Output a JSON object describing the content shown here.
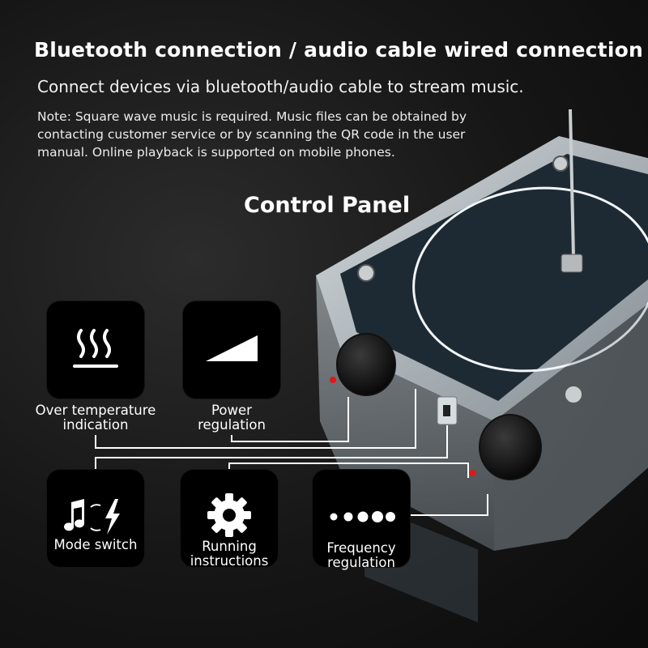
{
  "header": {
    "title": "Bluetooth connection / audio cable wired connection",
    "subtitle": "Connect devices via bluetooth/audio cable to stream music.",
    "note": "Note: Square wave music is required. Music files can be obtained by contacting customer service or by scanning the QR code in the user manual. Online playback is supported on mobile phones."
  },
  "panel": {
    "title": "Control Panel"
  },
  "features": [
    {
      "label": "Over temperature\nindication",
      "icon": "heat-waves-icon"
    },
    {
      "label": "Power\nregulation",
      "icon": "power-ramp-icon"
    },
    {
      "label": "Mode switch",
      "icon": "music-lightning-switch-icon"
    },
    {
      "label": "Running\ninstructions",
      "icon": "gear-icon"
    },
    {
      "label": "Frequency\nregulation",
      "icon": "dots-icon"
    }
  ],
  "colors": {
    "background": "#141414",
    "tile": "#000000",
    "text": "#ffffff",
    "line": "#ffffff",
    "knob_marker": "#e01818"
  }
}
